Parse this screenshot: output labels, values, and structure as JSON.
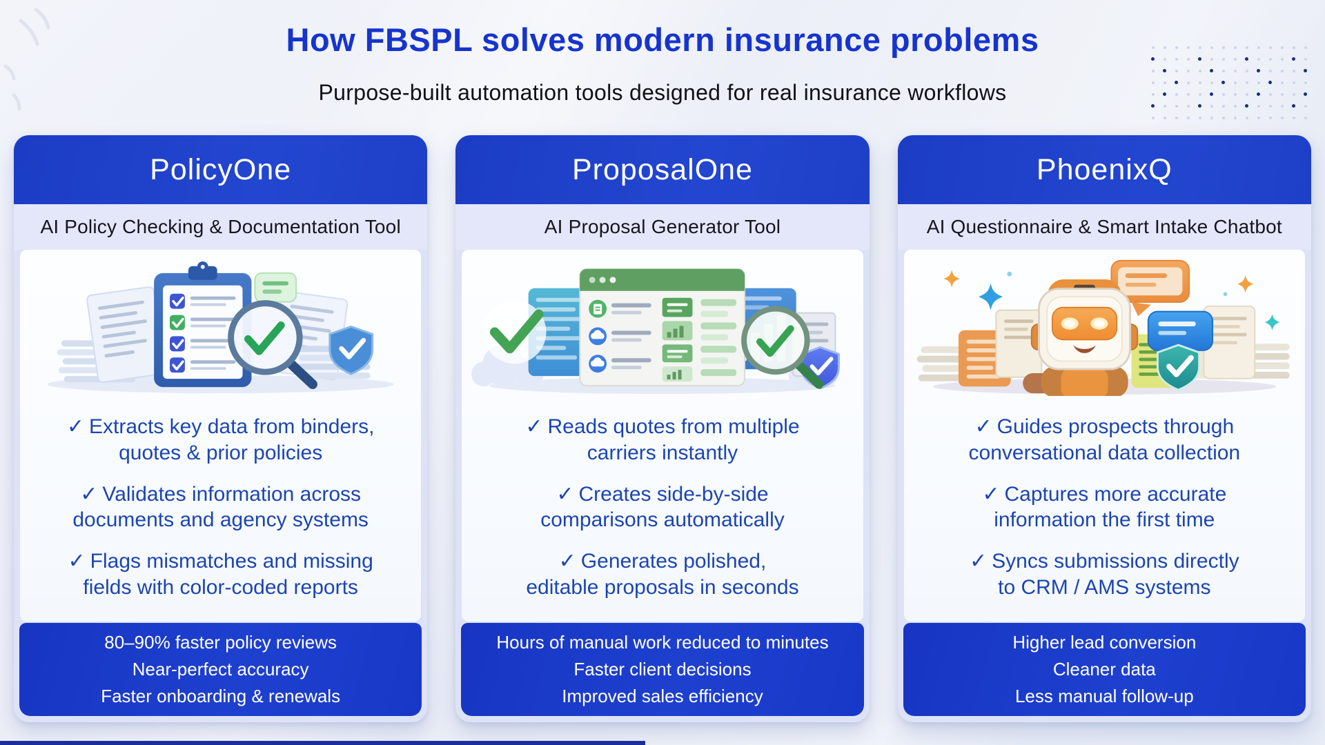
{
  "page": {
    "title": "How FBSPL solves modern insurance problems",
    "subtitle": "Purpose-built automation tools designed for real insurance workflows"
  },
  "glyphs": {
    "check": "✓"
  },
  "colors": {
    "title_blue": "#1634cd",
    "header_blue": "#1d3fc6",
    "footer_blue": "#1838c8",
    "bullet_blue": "#1c45b2",
    "card_shell": "#dde2f7",
    "tagline_bg": "#e4e7fa",
    "dot_dark": "#16307e",
    "dot_light": "#ccd4ec",
    "progress_blue": "#1b2f9c"
  },
  "decor": {
    "dot_grid": {
      "rows": 7,
      "cols": 14,
      "row_offsets": [
        null,
        0,
        1,
        2,
        1,
        0,
        null
      ]
    }
  },
  "cards": [
    {
      "name": "PolicyOne",
      "tagline": "AI Policy Checking & Documentation Tool",
      "illustration": "clipboard-checklist-with-magnifier",
      "bullets": [
        {
          "line1": "Extracts key data from binders,",
          "line2": "quotes & prior policies"
        },
        {
          "line1": "Validates information across",
          "line2": "documents and agency systems"
        },
        {
          "line1": "Flags mismatches and missing",
          "line2": "fields with color-coded reports"
        }
      ],
      "stats": [
        "80–90% faster policy reviews",
        "Near-perfect accuracy",
        "Faster onboarding & renewals"
      ]
    },
    {
      "name": "ProposalOne",
      "tagline": "AI Proposal Generator Tool",
      "illustration": "quote-comparison-window-with-magnifier",
      "bullets": [
        {
          "line1": "Reads quotes from multiple",
          "line2": "carriers instantly"
        },
        {
          "line1": "Creates side-by-side",
          "line2": "comparisons automatically"
        },
        {
          "line1": "Generates polished,",
          "line2": "editable proposals in seconds"
        }
      ],
      "stats": [
        "Hours of manual work reduced to minutes",
        "Faster client decisions",
        "Improved sales efficiency"
      ]
    },
    {
      "name": "PhoenixQ",
      "tagline": "AI Questionnaire & Smart Intake Chatbot",
      "illustration": "chatbot-robot-with-chat-bubbles",
      "bullets": [
        {
          "line1": "Guides prospects through",
          "line2": "conversational data collection"
        },
        {
          "line1": "Captures more accurate",
          "line2": "information the first time"
        },
        {
          "line1": "Syncs submissions directly",
          "line2": "to CRM / AMS systems"
        }
      ],
      "stats": [
        "Higher lead conversion",
        "Cleaner data",
        "Less manual follow-up"
      ]
    }
  ]
}
